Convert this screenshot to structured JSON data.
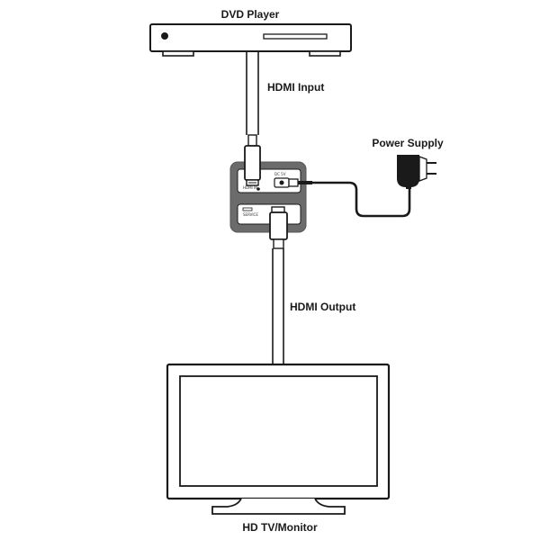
{
  "labels": {
    "dvd_player": "DVD Player",
    "hdmi_input": "HDMI Input",
    "power_supply": "Power Supply",
    "hdmi_output": "HDMI Output",
    "hd_tv_monitor": "HD TV/Monitor"
  },
  "device": {
    "port_hdmi_in": "HDMI IN",
    "port_dc": "DC 5V",
    "port_service": "SERVICE"
  },
  "colors": {
    "outline": "#1a1a1a",
    "device_housing": "#6b6b6b",
    "background": "#ffffff"
  }
}
